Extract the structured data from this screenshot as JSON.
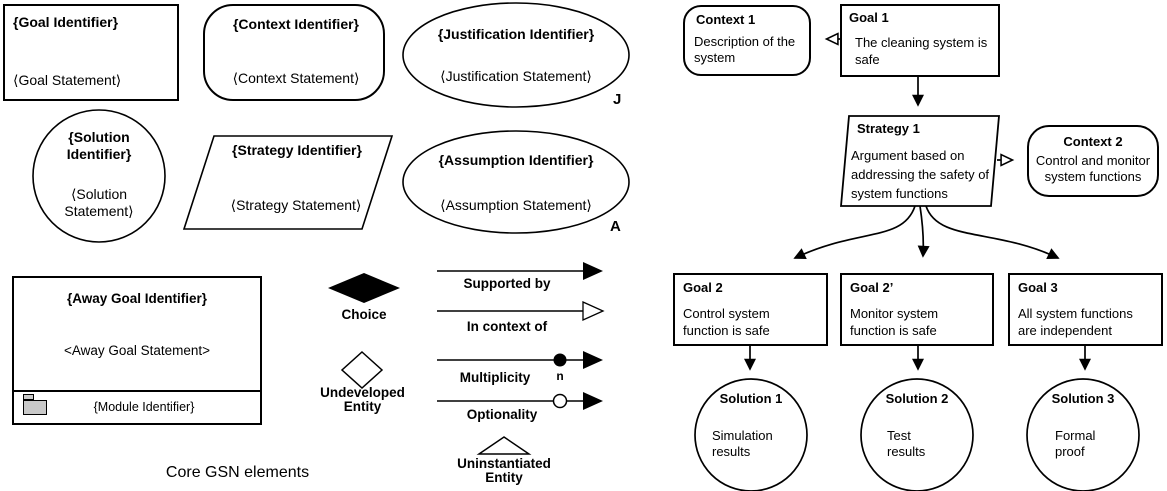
{
  "caption": "Core GSN elements",
  "legend": {
    "goal": {
      "identifier": "{Goal Identifier}",
      "statement": "⟨Goal Statement⟩"
    },
    "context": {
      "identifier": "{Context Identifier}",
      "statement": "⟨Context Statement⟩"
    },
    "justification": {
      "identifier": "{Justification Identifier}",
      "statement": "⟨Justification Statement⟩",
      "badge": "J"
    },
    "solution": {
      "identifier": "{Solution Identifier}",
      "statement": "⟨Solution Statement⟩"
    },
    "strategy": {
      "identifier": "{Strategy Identifier}",
      "statement": "⟨Strategy Statement⟩"
    },
    "assumption": {
      "identifier": "{Assumption Identifier}",
      "statement": "⟨Assumption Statement⟩",
      "badge": "A"
    },
    "away_goal": {
      "identifier": "{Away Goal Identifier}",
      "statement": "<Away Goal Statement>",
      "module": "{Module Identifier}"
    },
    "choice_label": "Choice",
    "undeveloped_label": "Undeveloped Entity",
    "uninstantiated_label": "Uninstantiated Entity",
    "connectors": {
      "supported_by": "Supported by",
      "in_context_of": "In context of",
      "multiplicity": "Multiplicity",
      "multiplicity_n": "n",
      "optionality": "Optionality"
    }
  },
  "diagram": {
    "context1": {
      "title": "Context 1",
      "body": "Description of the system"
    },
    "goal1": {
      "title": "Goal 1",
      "body": "The cleaning system is safe"
    },
    "strategy1": {
      "title": "Strategy 1",
      "body": "Argument based on addressing the safety of system functions"
    },
    "context2": {
      "title": "Context 2",
      "body": "Control and monitor system functions"
    },
    "goal2": {
      "title": "Goal 2",
      "body": "Control system function is safe"
    },
    "goal2p": {
      "title": "Goal 2’",
      "body": "Monitor system function is safe"
    },
    "goal3": {
      "title": "Goal 3",
      "body": "All system functions are independent"
    },
    "solution1": {
      "title": "Solution 1",
      "body": "Simulation results"
    },
    "solution2": {
      "title": "Solution 2",
      "body": "Test results"
    },
    "solution3": {
      "title": "Solution 3",
      "body": "Formal proof"
    }
  },
  "colors": {
    "ink": "#000000",
    "paper": "#ffffff",
    "folder_fill": "#c9c9c9"
  }
}
